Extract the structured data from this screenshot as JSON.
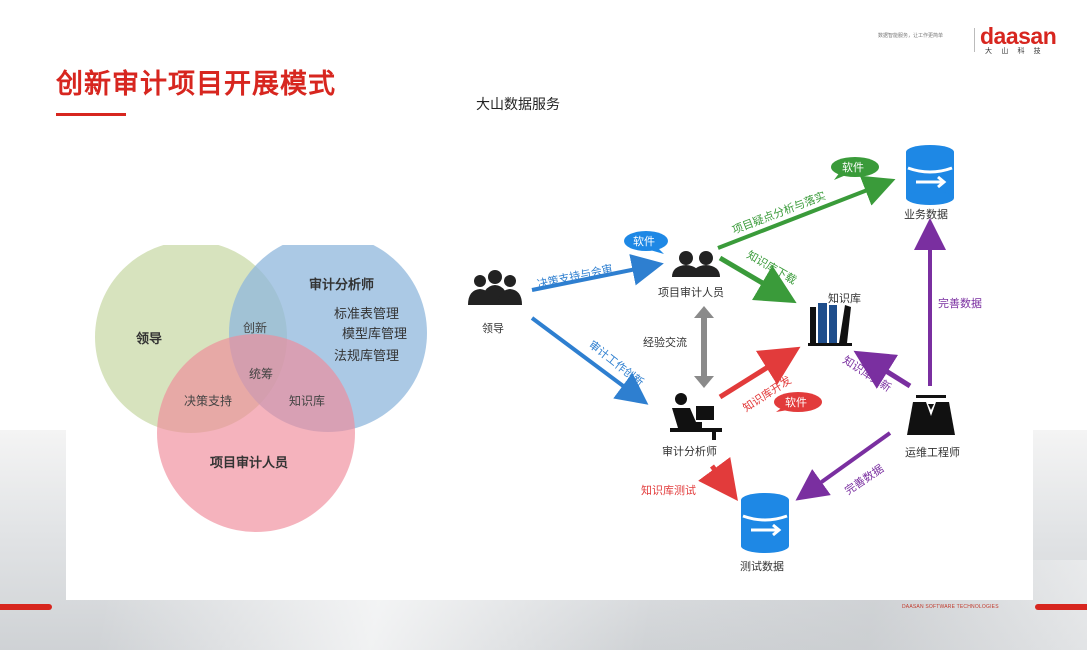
{
  "header": {
    "title": "创新审计项目开展模式",
    "subtitle": "大山数据服务",
    "tagline": "数据智能服务，让工作更简单",
    "logo_text": "daasan",
    "logo_sub": "大 山 科 技",
    "footer": "DAASAN SOFTWARE TECHNOLOGIES",
    "accent_color": "#d7261f"
  },
  "venn": {
    "leader": "领导",
    "analyst_title": "审计分析师",
    "analyst_items": [
      "标准表管理",
      "模型库管理",
      "法规库管理"
    ],
    "auditor": "项目审计人员",
    "innovation": "创新",
    "coordination": "统筹",
    "decision_support": "决策支持",
    "knowledge_base": "知识库",
    "colors": {
      "leader": "#c9d9a8",
      "analyst": "#8fb7dc",
      "auditor": "#f08a9a"
    }
  },
  "flow": {
    "nodes": {
      "leader": "领导",
      "auditor": "项目审计人员",
      "analyst": "审计分析师",
      "knowledge": "知识库",
      "business_data": "业务数据",
      "test_data": "测试数据",
      "engineer": "运维工程师"
    },
    "edges": {
      "decision_review": "决策支持与会审",
      "audit_innovation": "审计工作创新",
      "experience_exchange": "经验交流",
      "doubt_analysis": "项目疑点分析与落实",
      "kb_download": "知识库下载",
      "kb_develop": "知识库开发",
      "kb_update": "知识库更新",
      "improve_data_top": "完善数据",
      "improve_data_bottom": "完善数据",
      "kb_test": "知识库测试"
    },
    "badges": {
      "software_top": "软件",
      "software_mid": "软件",
      "software_bottom": "软件"
    },
    "colors": {
      "blue": "#2e7fd0",
      "green": "#3a9b3a",
      "red": "#e23b3b",
      "purple": "#7a2fa0",
      "gray": "#8a8a8a"
    }
  }
}
